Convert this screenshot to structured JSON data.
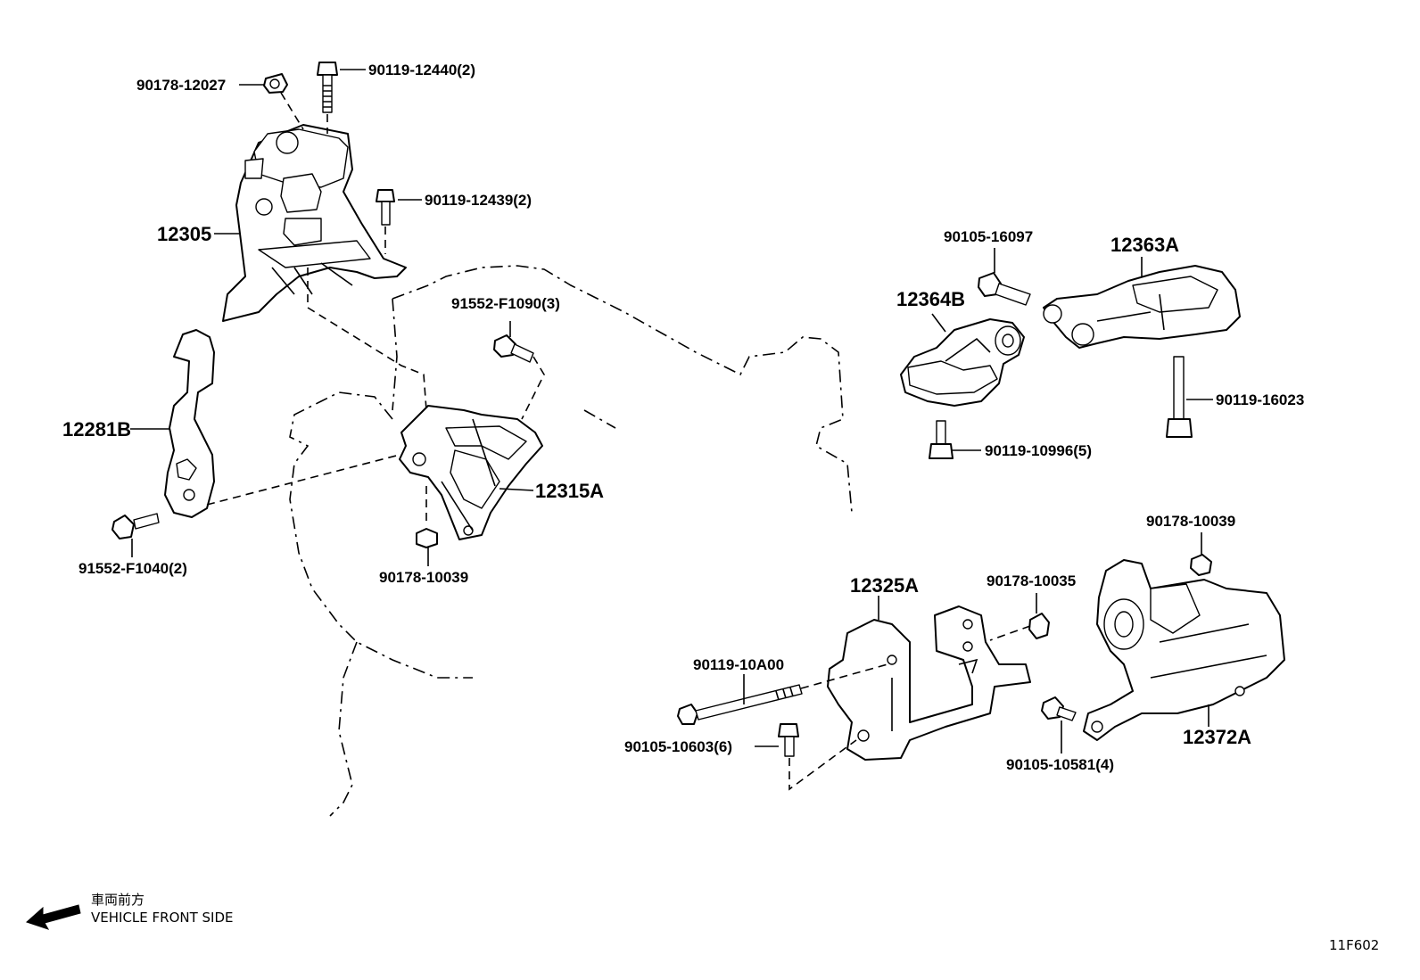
{
  "labels": {
    "p90178_12027": "90178-12027",
    "p90119_12440": "90119-12440(2)",
    "p90119_12439": "90119-12439(2)",
    "p12305": "12305",
    "p12281B": "12281B",
    "p91552_F1040": "91552-F1040(2)",
    "p91552_F1090": "91552-F1090(3)",
    "p12315A": "12315A",
    "p90178_10039a": "90178-10039",
    "p90105_16097": "90105-16097",
    "p12363A": "12363A",
    "p12364B": "12364B",
    "p90119_16023": "90119-16023",
    "p90119_10996": "90119-10996(5)",
    "p90178_10039b": "90178-10039",
    "p12325A": "12325A",
    "p90178_10035": "90178-10035",
    "p90119_10A00": "90119-10A00",
    "p90105_10603": "90105-10603(6)",
    "p90105_10581": "90105-10581(4)",
    "p12372A": "12372A"
  },
  "legend": {
    "jp": "車両前方",
    "en": "VEHICLE FRONT SIDE"
  },
  "figure_code": "11F602"
}
